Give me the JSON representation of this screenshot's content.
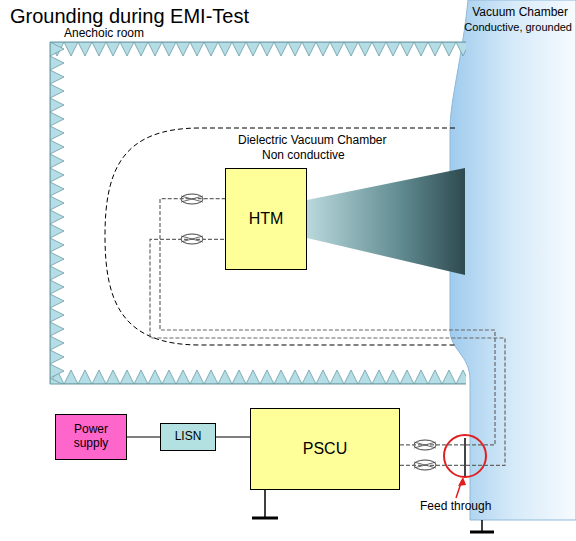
{
  "diagram": {
    "title": "Grounding during EMI-Test",
    "nodes": [
      {
        "text": [
          "HTM"
        ]
      },
      {
        "text": [
          "Power supply"
        ]
      },
      {
        "text": [
          "LISN"
        ]
      },
      {
        "text": [
          "PSCU"
        ]
      }
    ],
    "edges": [
      {
        "from": 1,
        "to": 2,
        "arrow": "none"
      },
      {
        "from": 2,
        "to": 3,
        "arrow": "none"
      },
      {
        "from": 3,
        "to": 0,
        "arrow": "none"
      },
      {
        "from": 3,
        "to": 0,
        "arrow": "none"
      }
    ],
    "labels": [
      "Anechoic room",
      "Vacuum Chamber",
      "Conductive, grounded",
      "Dielectric Vacuum Chamber",
      "Non conductive",
      "Feed through"
    ]
  }
}
